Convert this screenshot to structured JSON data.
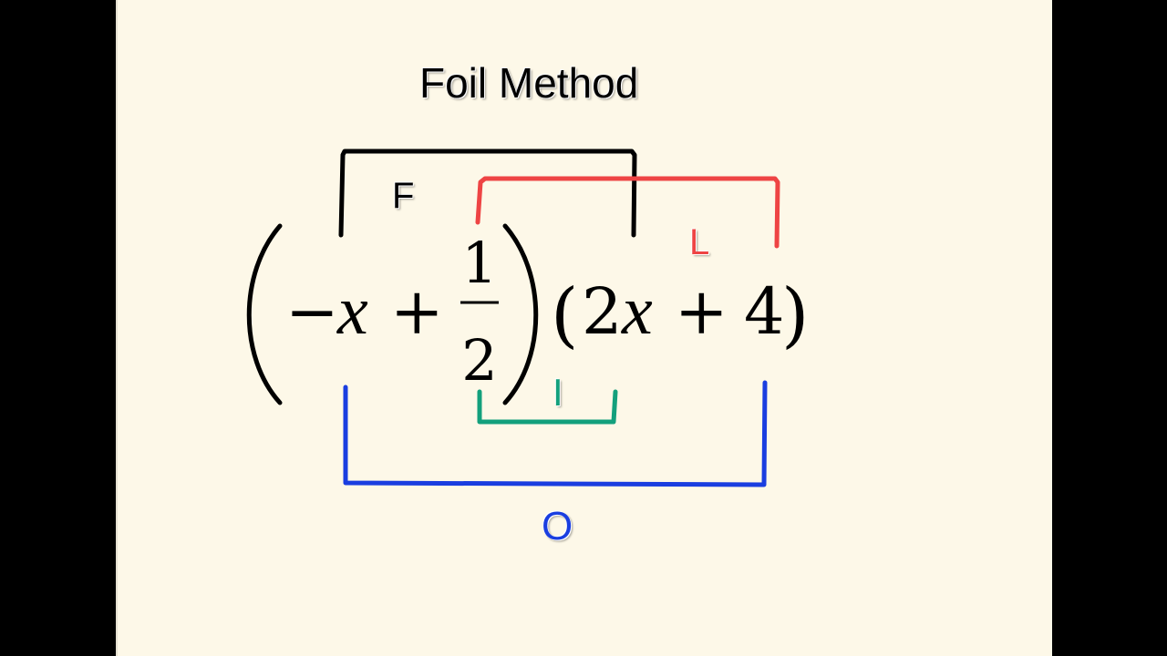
{
  "title": "Foil Method",
  "expression": {
    "minus": "−",
    "x1": "x",
    "plus1": "+",
    "frac_num": "1",
    "frac_den": "2",
    "lparen2": "(",
    "coef": "2",
    "x2": "x",
    "plus2": "+",
    "const": "4",
    "rparen2": ")"
  },
  "labels": {
    "first": "F",
    "outer": "O",
    "inner": "I",
    "last": "L"
  },
  "colors": {
    "background": "#FDF8E8",
    "letterbox": "#000000",
    "first": "#000000",
    "outer": "#1A3EE0",
    "inner": "#13A07C",
    "last": "#EE4444"
  }
}
